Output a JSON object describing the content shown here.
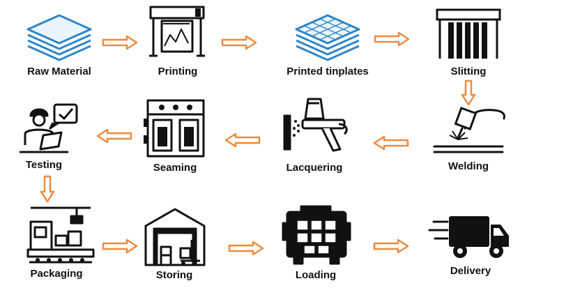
{
  "diagram": {
    "steps": [
      {
        "id": "raw-material",
        "label": "Raw Material"
      },
      {
        "id": "printing",
        "label": "Printing"
      },
      {
        "id": "printed-tinplates",
        "label": "Printed tinplates"
      },
      {
        "id": "slitting",
        "label": "Slitting"
      },
      {
        "id": "welding",
        "label": "Welding"
      },
      {
        "id": "lacquering",
        "label": "Lacquering"
      },
      {
        "id": "seaming",
        "label": "Seaming"
      },
      {
        "id": "testing",
        "label": "Testing"
      },
      {
        "id": "packaging",
        "label": "Packaging"
      },
      {
        "id": "storing",
        "label": "Storing"
      },
      {
        "id": "loading",
        "label": "Loading"
      },
      {
        "id": "delivery",
        "label": "Delivery"
      }
    ],
    "flow": [
      [
        "raw-material",
        "printing"
      ],
      [
        "printing",
        "printed-tinplates"
      ],
      [
        "printed-tinplates",
        "slitting"
      ],
      [
        "slitting",
        "welding"
      ],
      [
        "welding",
        "lacquering"
      ],
      [
        "lacquering",
        "seaming"
      ],
      [
        "seaming",
        "testing"
      ],
      [
        "testing",
        "packaging"
      ],
      [
        "packaging",
        "storing"
      ],
      [
        "storing",
        "loading"
      ],
      [
        "loading",
        "delivery"
      ]
    ],
    "colors": {
      "arrow": "#ee8a3c",
      "layers": "#2f86c8",
      "icon": "#111111"
    }
  }
}
